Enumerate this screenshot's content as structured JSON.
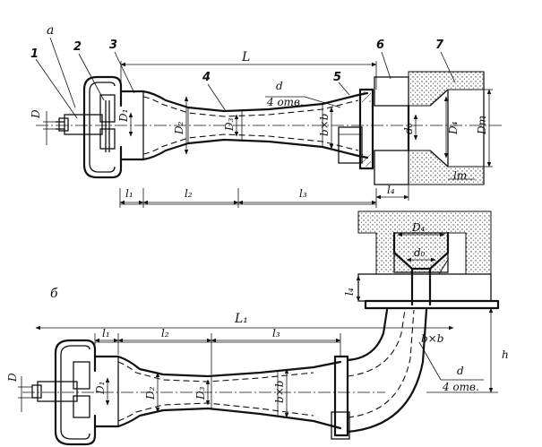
{
  "labels": {
    "view_a": "a",
    "view_b": "б",
    "part_1": "1",
    "part_2": "2",
    "part_3": "3",
    "part_4": "4",
    "part_5": "5",
    "part_6": "6",
    "part_7": "7",
    "dim_L_top": "L",
    "dim_L1_bottom": "L₁",
    "dim_l1_top": "l₁",
    "dim_l2_top": "l₂",
    "dim_l3_top": "l₃",
    "dim_l4_top": "l₄",
    "dim_l1_bottom": "l₁",
    "dim_l2_bottom": "l₂",
    "dim_l3_bottom": "l₃",
    "dim_l4_bottom": "l₄",
    "dim_lm": "lm",
    "dim_D_top": "D",
    "dim_D1_top": "D₁",
    "dim_D2_top": "D₂",
    "dim_D3_top": "D₃",
    "dim_D_bottom": "D",
    "dim_D1_bottom": "D₁",
    "dim_D2_bottom": "D₂",
    "dim_D3_bottom": "D₃",
    "dim_D4_top": "D₄",
    "dim_D4_bottom": "D₄",
    "dim_Dm": "Dm",
    "dim_d0_top": "d₀",
    "dim_d0_bottom": "d₀",
    "dim_bxb_top": "b×b",
    "dim_bxb_bottom": "b×b",
    "dim_bxb_bend": "b×b",
    "dim_h": "h",
    "hole_d_top": "d",
    "hole_count_top": "4 отв.",
    "hole_d_bottom": "d",
    "hole_count_bottom": "4 отв."
  }
}
